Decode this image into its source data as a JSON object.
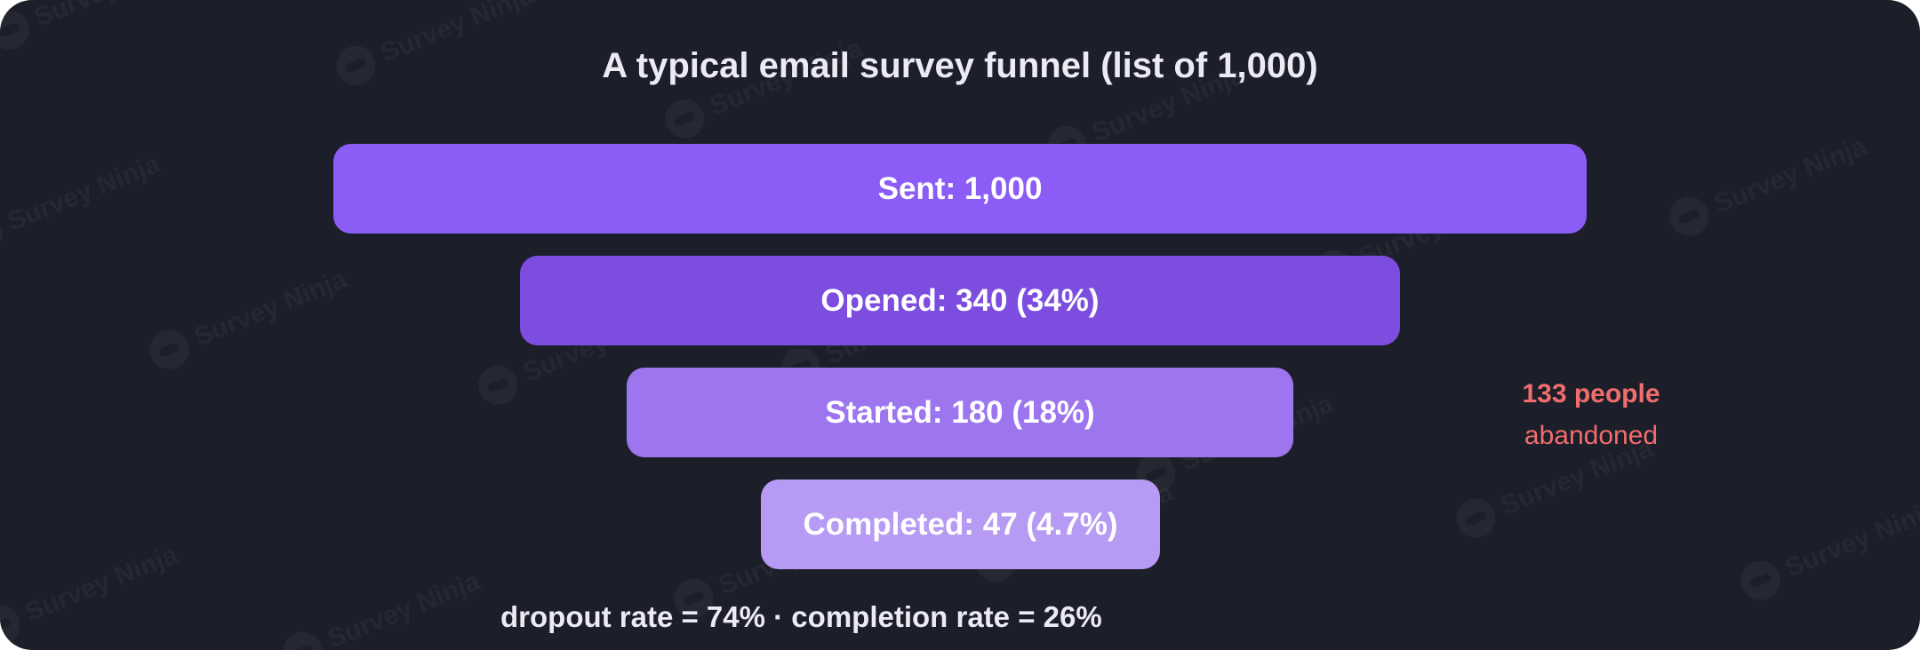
{
  "chart_data": {
    "type": "funnel",
    "title": "A typical email survey funnel (list of 1,000)",
    "stages": [
      {
        "label": "Sent: 1,000",
        "value": 1000,
        "color": "#8b5cf6"
      },
      {
        "label": "Opened: 340 (34%)",
        "value": 340,
        "percent": 34,
        "color": "#7c4ddf"
      },
      {
        "label": "Started: 180 (18%)",
        "value": 180,
        "percent": 18,
        "color": "#9d76ef"
      },
      {
        "label": "Completed: 47 (4.7%)",
        "value": 47,
        "percent": 4.7,
        "color": "#b69af3"
      }
    ],
    "annotation": {
      "count": "133 people",
      "text": "abandoned",
      "color": "#f16d6d"
    },
    "footer": "dropout rate = 74% · completion rate = 26%"
  },
  "watermark": {
    "text": "Survey Ninja"
  },
  "theme": {
    "background": "#1c1e29",
    "text": "#eceaf4"
  }
}
